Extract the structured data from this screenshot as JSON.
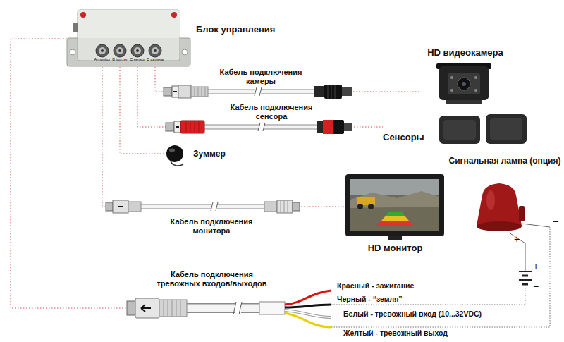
{
  "diagram": {
    "nodes": [
      {
        "text": [
          "Блок управления"
        ]
      },
      {
        "text": [
          "HD видеокамера"
        ]
      },
      {
        "text": [
          "Сенсоры"
        ]
      },
      {
        "text": [
          "Зуммер"
        ]
      },
      {
        "text": [
          "HD монитор"
        ]
      },
      {
        "text": [
          "Сигнальная лампа (опция)"
        ]
      }
    ],
    "edges": [
      {
        "from": 0,
        "to": 1,
        "label": "Кабель подключения камеры",
        "arrow": "none"
      },
      {
        "from": 0,
        "to": 2,
        "label": "Кабель подключения сенсора",
        "arrow": "none"
      },
      {
        "from": 0,
        "to": 3,
        "arrow": "none"
      },
      {
        "from": 0,
        "to": 4,
        "label": "Кабель подключения монитора",
        "arrow": "none"
      }
    ],
    "labels": [
      "A monitor",
      "B buzzer",
      "C sensor",
      "D camera",
      "Кабель подключения тревожных входов/выходов",
      "Красный - зажигание",
      "Черный - “земля”",
      "Белый - тревожный вход (10...32VDC)",
      "Желтый - тревожный выход",
      "+",
      "−",
      "+",
      "−"
    ]
  }
}
